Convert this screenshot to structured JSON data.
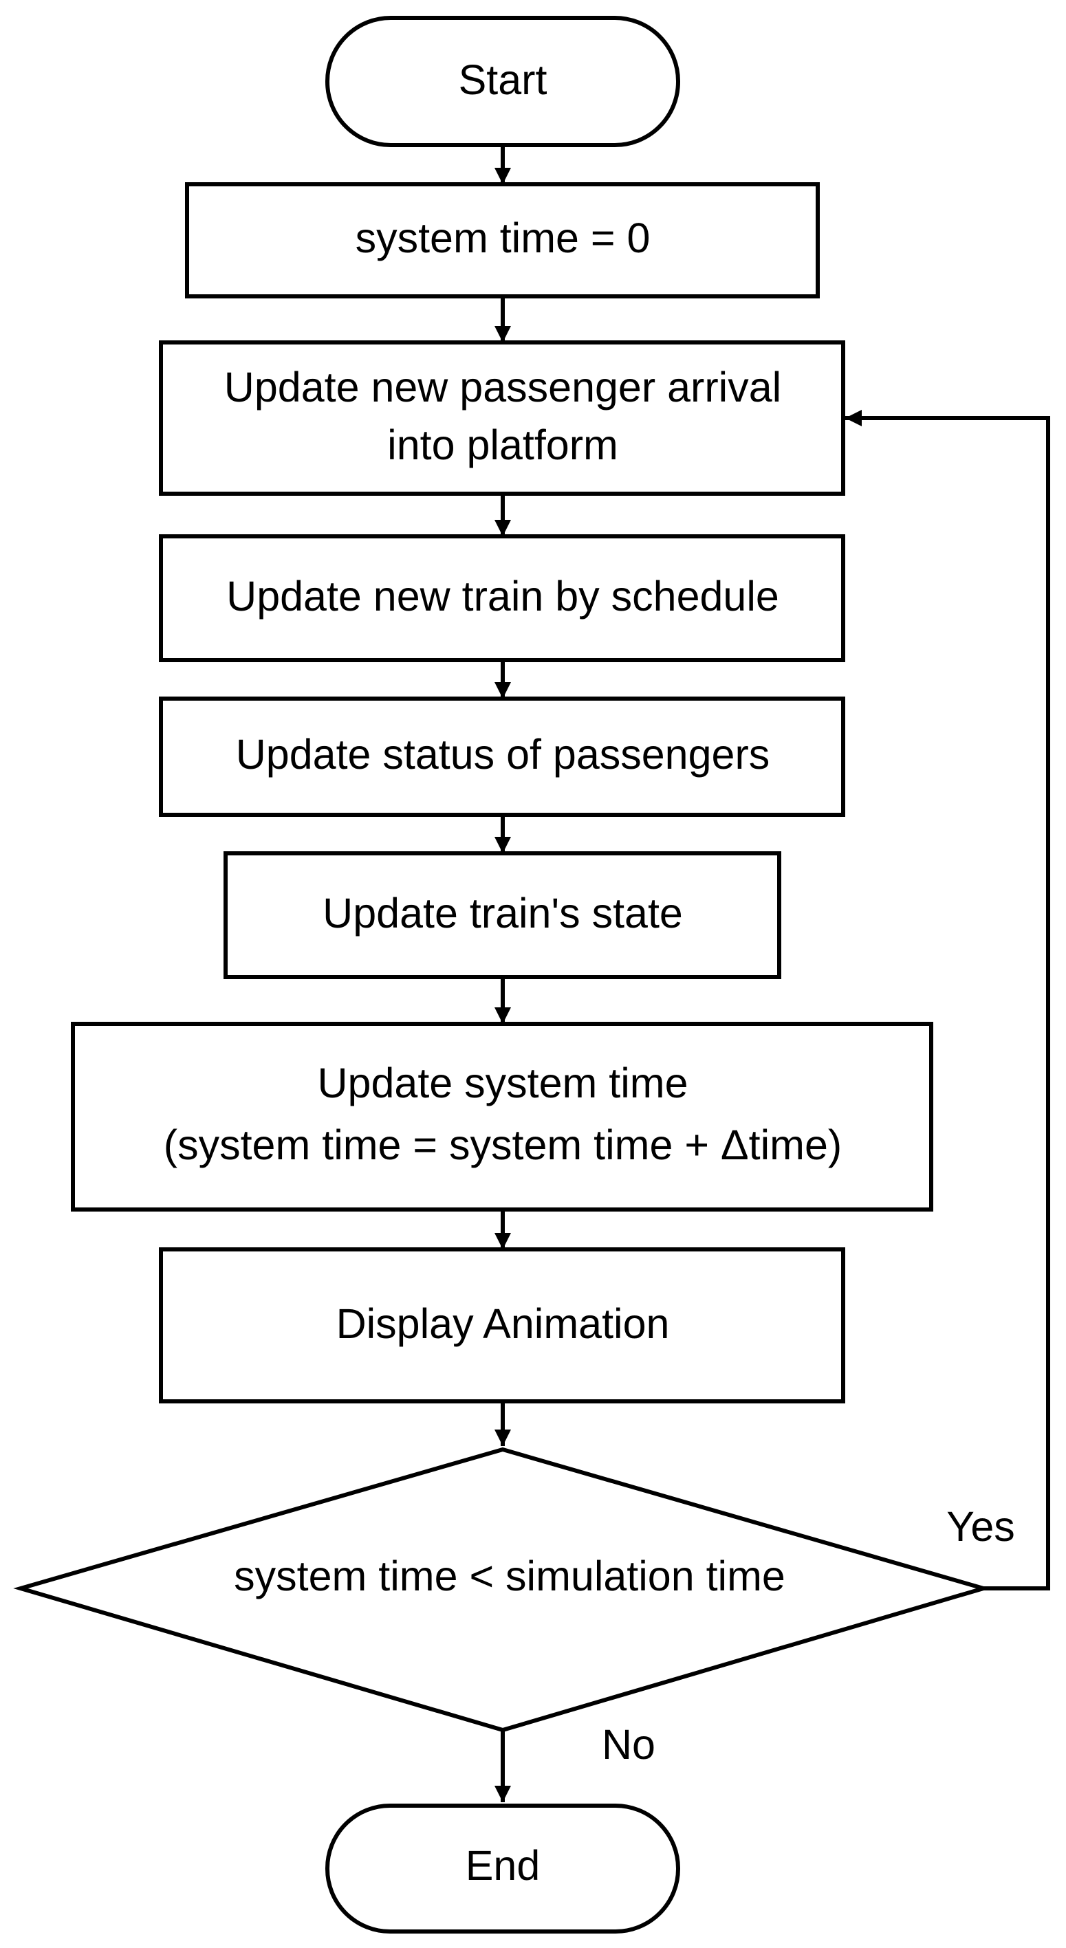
{
  "flowchart": {
    "start": "Start",
    "init": "system time = 0",
    "step1": [
      "Update new passenger arrival",
      "into platform"
    ],
    "step2": "Update new train by schedule",
    "step3": "Update status of passengers",
    "step4": "Update train's state",
    "step5": [
      "Update system time",
      "(system time = system time + Δtime)"
    ],
    "step6": "Display Animation",
    "decision": "system time < simulation time",
    "yes_label": "Yes",
    "no_label": "No",
    "end": "End"
  }
}
